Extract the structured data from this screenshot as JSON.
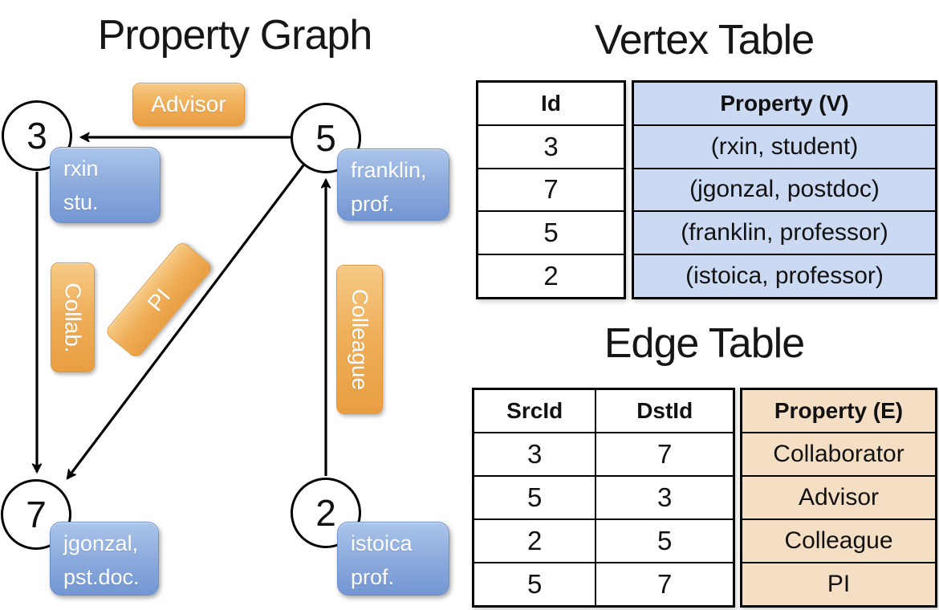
{
  "graph": {
    "title": "Property Graph",
    "nodes": [
      {
        "id": "3",
        "property_lines": [
          "rxin",
          "stu."
        ]
      },
      {
        "id": "5",
        "property_lines": [
          "franklin,",
          "prof."
        ]
      },
      {
        "id": "7",
        "property_lines": [
          "jgonzal,",
          "pst.doc."
        ]
      },
      {
        "id": "2",
        "property_lines": [
          "istoica",
          "prof."
        ]
      }
    ],
    "edges": [
      {
        "src": "5",
        "dst": "3",
        "label": "Advisor"
      },
      {
        "src": "3",
        "dst": "7",
        "label": "Collab."
      },
      {
        "src": "5",
        "dst": "7",
        "label": "PI"
      },
      {
        "src": "2",
        "dst": "5",
        "label": "Colleague"
      }
    ]
  },
  "vertex_table": {
    "title": "Vertex Table",
    "columns": [
      "Id",
      "Property (V)"
    ],
    "rows": [
      [
        "3",
        "(rxin, student)"
      ],
      [
        "7",
        "(jgonzal, postdoc)"
      ],
      [
        "5",
        "(franklin, professor)"
      ],
      [
        "2",
        "(istoica, professor)"
      ]
    ]
  },
  "edge_table": {
    "title": "Edge Table",
    "columns": [
      "SrcId",
      "DstId",
      "Property (E)"
    ],
    "rows": [
      [
        "3",
        "7",
        "Collaborator"
      ],
      [
        "5",
        "3",
        "Advisor"
      ],
      [
        "2",
        "5",
        "Colleague"
      ],
      [
        "5",
        "7",
        "PI"
      ]
    ]
  },
  "colors": {
    "edge_label_orange_top": "#f6ca86",
    "edge_label_orange_bottom": "#e99e42",
    "vertex_label_blue_top": "#abc5eb",
    "vertex_label_blue_bottom": "#7396d3",
    "vertex_cell_fill": "#cbdaf2",
    "edge_cell_fill": "#f5dfc4",
    "line_color": "#000000",
    "node_fill": "#ffffff"
  }
}
